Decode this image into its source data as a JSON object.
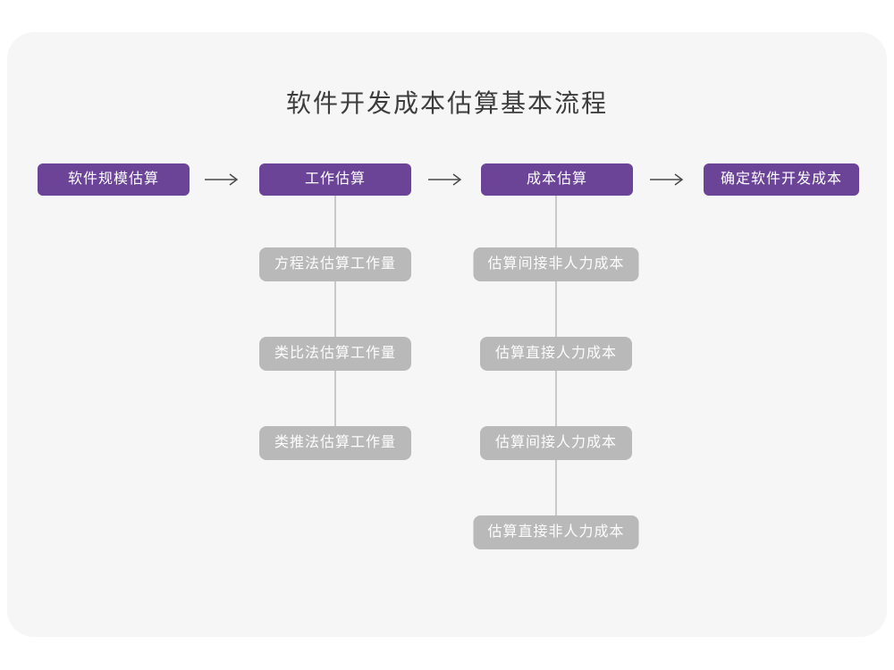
{
  "page": {
    "title": "软件开发成本估算基本流程"
  },
  "colors": {
    "page_background": "#ffffff",
    "card_background": "#f6f6f7",
    "accent_purple": "#6b4498",
    "sub_box_gray": "#b9b9b9",
    "connector_line_gray": "#c9c9c9",
    "arrow_gray": "#4a4a4a",
    "title_text": "#3d3d3d",
    "box_text": "#ffffff"
  },
  "flow": {
    "steps": [
      {
        "label": "软件规模估算"
      },
      {
        "label": "工作估算"
      },
      {
        "label": "成本估算"
      },
      {
        "label": "确定软件开发成本"
      }
    ]
  },
  "columns": {
    "work_estimation": {
      "parent": "工作估算",
      "items": [
        {
          "label": "方程法估算工作量"
        },
        {
          "label": "类比法估算工作量"
        },
        {
          "label": "类推法估算工作量"
        }
      ]
    },
    "cost_estimation": {
      "parent": "成本估算",
      "items": [
        {
          "label": "估算间接非人力成本"
        },
        {
          "label": "估算直接人力成本"
        },
        {
          "label": "估算间接人力成本"
        },
        {
          "label": "估算直接非人力成本"
        }
      ]
    }
  }
}
